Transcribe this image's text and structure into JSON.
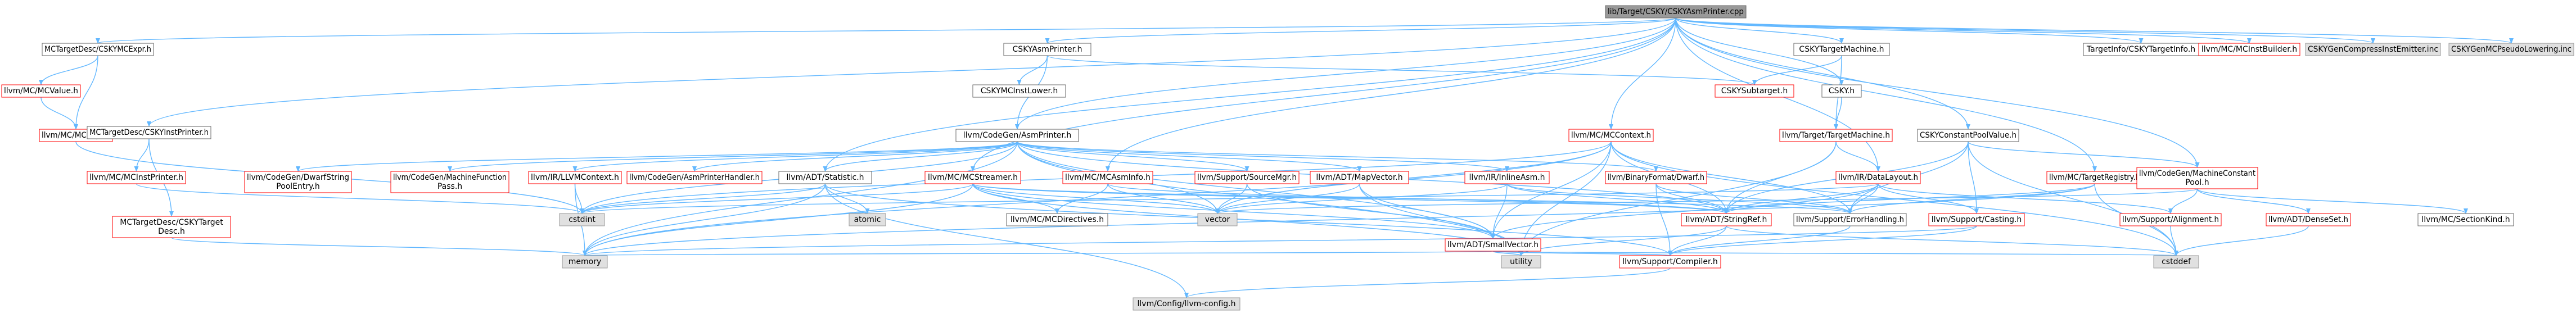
{
  "palette": {
    "edge": "#63b8ff",
    "node_fill": "#ffffff",
    "node_border_normal": "#666666",
    "node_border_red": "#ff0000",
    "root_fill": "#999999",
    "leaf_fill": "#e0e0e0",
    "text": "#000000"
  },
  "nodes": [
    {
      "id": "root",
      "label": "lib/Target/CSKY/CSKYAsmPrinter.cpp",
      "style": "root"
    },
    {
      "id": "mctdexpr",
      "label": "MCTargetDesc/CSKYMCExpr.h",
      "style": "normal"
    },
    {
      "id": "mcvalue",
      "label": "llvm/MC/MCValue.h",
      "style": "red"
    },
    {
      "id": "mcexpr",
      "label": "llvm/MC/MCExpr.h",
      "style": "red"
    },
    {
      "id": "instprinter",
      "label": "MCTargetDesc/CSKYInstPrinter.h",
      "style": "normal"
    },
    {
      "id": "mcinstprinter",
      "label": "llvm/MC/MCInstPrinter.h",
      "style": "red"
    },
    {
      "id": "targetdesc",
      "label": "MCTargetDesc/CSKYTarget\nDesc.h",
      "style": "red"
    },
    {
      "id": "asmprinterh",
      "label": "CSKYAsmPrinter.h",
      "style": "normal"
    },
    {
      "id": "instlower",
      "label": "CSKYMCInstLower.h",
      "style": "normal"
    },
    {
      "id": "cgasmprinter",
      "label": "llvm/CodeGen/AsmPrinter.h",
      "style": "normal"
    },
    {
      "id": "dwarfstr",
      "label": "llvm/CodeGen/DwarfString\nPoolEntry.h",
      "style": "red"
    },
    {
      "id": "mfpass",
      "label": "llvm/CodeGen/MachineFunction\nPass.h",
      "style": "red"
    },
    {
      "id": "llvmctx",
      "label": "llvm/IR/LLVMContext.h",
      "style": "red"
    },
    {
      "id": "asmhandler",
      "label": "llvm/CodeGen/AsmPrinterHandler.h",
      "style": "red"
    },
    {
      "id": "statistic",
      "label": "llvm/ADT/Statistic.h",
      "style": "normal"
    },
    {
      "id": "mcstreamer",
      "label": "llvm/MC/MCStreamer.h",
      "style": "red"
    },
    {
      "id": "mcasminfo",
      "label": "llvm/MC/MCAsmInfo.h",
      "style": "red"
    },
    {
      "id": "sourcemgr",
      "label": "llvm/Support/SourceMgr.h",
      "style": "red"
    },
    {
      "id": "mapvector",
      "label": "llvm/ADT/MapVector.h",
      "style": "red"
    },
    {
      "id": "inlineasm",
      "label": "llvm/IR/InlineAsm.h",
      "style": "red"
    },
    {
      "id": "bfdwarf",
      "label": "llvm/BinaryFormat/Dwarf.h",
      "style": "red"
    },
    {
      "id": "mccontext",
      "label": "llvm/MC/MCContext.h",
      "style": "red"
    },
    {
      "id": "cskytm",
      "label": "CSKYTargetMachine.h",
      "style": "normal"
    },
    {
      "id": "cskysubtarget",
      "label": "CSKYSubtarget.h",
      "style": "red"
    },
    {
      "id": "cskyh",
      "label": "CSKY.h",
      "style": "normal"
    },
    {
      "id": "targetmachine",
      "label": "llvm/Target/TargetMachine.h",
      "style": "red"
    },
    {
      "id": "datalayout",
      "label": "llvm/IR/DataLayout.h",
      "style": "red"
    },
    {
      "id": "cpvalue",
      "label": "CSKYConstantPoolValue.h",
      "style": "normal"
    },
    {
      "id": "mctreg",
      "label": "llvm/MC/TargetRegistry.h",
      "style": "red"
    },
    {
      "id": "mcpool",
      "label": "llvm/CodeGen/MachineConstant\nPool.h",
      "style": "red"
    },
    {
      "id": "tinfo",
      "label": "TargetInfo/CSKYTargetInfo.h",
      "style": "normal"
    },
    {
      "id": "mcinstbuilder",
      "label": "llvm/MC/MCInstBuilder.h",
      "style": "red"
    },
    {
      "id": "compress",
      "label": "CSKYGenCompressInstEmitter.inc",
      "style": "leaf"
    },
    {
      "id": "pseudo",
      "label": "CSKYGenMCPseudoLowering.inc",
      "style": "leaf"
    },
    {
      "id": "cstdint",
      "label": "cstdint",
      "style": "leaf"
    },
    {
      "id": "atomic",
      "label": "atomic",
      "style": "leaf"
    },
    {
      "id": "mcdirectives",
      "label": "llvm/MC/MCDirectives.h",
      "style": "normal"
    },
    {
      "id": "vector",
      "label": "vector",
      "style": "leaf"
    },
    {
      "id": "smallvector",
      "label": "llvm/ADT/SmallVector.h",
      "style": "red"
    },
    {
      "id": "stringref",
      "label": "llvm/ADT/StringRef.h",
      "style": "red"
    },
    {
      "id": "errhandling",
      "label": "llvm/Support/ErrorHandling.h",
      "style": "normal"
    },
    {
      "id": "casting",
      "label": "llvm/Support/Casting.h",
      "style": "red"
    },
    {
      "id": "alignment",
      "label": "llvm/Support/Alignment.h",
      "style": "red"
    },
    {
      "id": "densesetn",
      "label": "llvm/ADT/DenseSet.h",
      "style": "red"
    },
    {
      "id": "sectionkind",
      "label": "llvm/MC/SectionKind.h",
      "style": "normal"
    },
    {
      "id": "memory",
      "label": "memory",
      "style": "leaf"
    },
    {
      "id": "utility",
      "label": "utility",
      "style": "leaf"
    },
    {
      "id": "compiler",
      "label": "llvm/Support/Compiler.h",
      "style": "red"
    },
    {
      "id": "cstddef",
      "label": "cstddef",
      "style": "leaf"
    },
    {
      "id": "llvmconfig",
      "label": "llvm/Config/llvm-config.h",
      "style": "leaf"
    }
  ],
  "edges": [
    [
      "root",
      "mctdexpr"
    ],
    [
      "root",
      "instprinter"
    ],
    [
      "root",
      "asmprinterh"
    ],
    [
      "root",
      "statistic"
    ],
    [
      "root",
      "mcstreamer"
    ],
    [
      "root",
      "mcasminfo"
    ],
    [
      "root",
      "mccontext"
    ],
    [
      "root",
      "cskytm"
    ],
    [
      "root",
      "cpvalue"
    ],
    [
      "root",
      "mctreg"
    ],
    [
      "root",
      "mcpool"
    ],
    [
      "root",
      "tinfo"
    ],
    [
      "root",
      "mcinstbuilder"
    ],
    [
      "root",
      "compress"
    ],
    [
      "root",
      "pseudo"
    ],
    [
      "root",
      "cskyh"
    ],
    [
      "root",
      "datalayout"
    ],
    [
      "root",
      "cgasmprinter"
    ],
    [
      "mctdexpr",
      "mcvalue"
    ],
    [
      "mctdexpr",
      "mcexpr"
    ],
    [
      "mcvalue",
      "mcexpr"
    ],
    [
      "mcexpr",
      "cstdint"
    ],
    [
      "instprinter",
      "mcinstprinter"
    ],
    [
      "instprinter",
      "targetdesc"
    ],
    [
      "mcinstprinter",
      "cstdint"
    ],
    [
      "targetdesc",
      "memory"
    ],
    [
      "asmprinterh",
      "instlower"
    ],
    [
      "asmprinterh",
      "cgasmprinter"
    ],
    [
      "asmprinterh",
      "cskysubtarget"
    ],
    [
      "cgasmprinter",
      "dwarfstr"
    ],
    [
      "cgasmprinter",
      "mfpass"
    ],
    [
      "cgasmprinter",
      "llvmctx"
    ],
    [
      "cgasmprinter",
      "asmhandler"
    ],
    [
      "cgasmprinter",
      "statistic"
    ],
    [
      "cgasmprinter",
      "sourcemgr"
    ],
    [
      "cgasmprinter",
      "mapvector"
    ],
    [
      "cgasmprinter",
      "inlineasm"
    ],
    [
      "cgasmprinter",
      "bfdwarf"
    ],
    [
      "cgasmprinter",
      "smallvector"
    ],
    [
      "cgasmprinter",
      "stringref"
    ],
    [
      "cgasmprinter",
      "cstdint"
    ],
    [
      "cgasmprinter",
      "memory"
    ],
    [
      "cgasmprinter",
      "utility"
    ],
    [
      "cgasmprinter",
      "vector"
    ],
    [
      "llvmctx",
      "cstdint"
    ],
    [
      "llvmctx",
      "memory"
    ],
    [
      "statistic",
      "atomic"
    ],
    [
      "statistic",
      "memory"
    ],
    [
      "statistic",
      "llvmconfig"
    ],
    [
      "statistic",
      "compiler"
    ],
    [
      "statistic",
      "cstdint"
    ],
    [
      "mcstreamer",
      "mcdirectives"
    ],
    [
      "mcstreamer",
      "smallvector"
    ],
    [
      "mcstreamer",
      "stringref"
    ],
    [
      "mcstreamer",
      "errhandling"
    ],
    [
      "mcstreamer",
      "vector"
    ],
    [
      "mcstreamer",
      "memory"
    ],
    [
      "mcstreamer",
      "utility"
    ],
    [
      "mcstreamer",
      "cstdint"
    ],
    [
      "mcasminfo",
      "mcdirectives"
    ],
    [
      "mcasminfo",
      "vector"
    ],
    [
      "mcasminfo",
      "stringref"
    ],
    [
      "sourcemgr",
      "vector"
    ],
    [
      "sourcemgr",
      "smallvector"
    ],
    [
      "mapvector",
      "smallvector"
    ],
    [
      "mapvector",
      "vector"
    ],
    [
      "mapvector",
      "utility"
    ],
    [
      "inlineasm",
      "smallvector"
    ],
    [
      "inlineasm",
      "stringref"
    ],
    [
      "inlineasm",
      "errhandling"
    ],
    [
      "inlineasm",
      "vector"
    ],
    [
      "bfdwarf",
      "stringref"
    ],
    [
      "bfdwarf",
      "errhandling"
    ],
    [
      "bfdwarf",
      "compiler"
    ],
    [
      "mccontext",
      "smallvector"
    ],
    [
      "mccontext",
      "stringref"
    ],
    [
      "mccontext",
      "errhandling"
    ],
    [
      "mccontext",
      "vector"
    ],
    [
      "mccontext",
      "memory"
    ],
    [
      "mccontext",
      "utility"
    ],
    [
      "mccontext",
      "cstddef"
    ],
    [
      "mccontext",
      "cstdint"
    ],
    [
      "cskytm",
      "cskysubtarget"
    ],
    [
      "cskytm",
      "targetmachine"
    ],
    [
      "cskyh",
      "targetmachine"
    ],
    [
      "targetmachine",
      "datalayout"
    ],
    [
      "targetmachine",
      "stringref"
    ],
    [
      "targetmachine",
      "utility"
    ],
    [
      "datalayout",
      "smallvector"
    ],
    [
      "datalayout",
      "stringref"
    ],
    [
      "datalayout",
      "errhandling"
    ],
    [
      "datalayout",
      "casting"
    ],
    [
      "datalayout",
      "alignment"
    ],
    [
      "datalayout",
      "cstdint"
    ],
    [
      "cpvalue",
      "mcpool"
    ],
    [
      "cpvalue",
      "casting"
    ],
    [
      "cpvalue",
      "errhandling"
    ],
    [
      "cpvalue",
      "cstddef"
    ],
    [
      "cpvalue",
      "stringref"
    ],
    [
      "mctreg",
      "stringref"
    ],
    [
      "mctreg",
      "errhandling"
    ],
    [
      "mctreg",
      "cstddef"
    ],
    [
      "mctreg",
      "memory"
    ],
    [
      "mcpool",
      "densesetn"
    ],
    [
      "mcpool",
      "alignment"
    ],
    [
      "mcpool",
      "sectionkind"
    ],
    [
      "mcpool",
      "vector"
    ],
    [
      "smallvector",
      "compiler"
    ],
    [
      "smallvector",
      "memory"
    ],
    [
      "smallvector",
      "utility"
    ],
    [
      "smallvector",
      "cstddef"
    ],
    [
      "stringref",
      "compiler"
    ],
    [
      "stringref",
      "utility"
    ],
    [
      "stringref",
      "cstddef"
    ],
    [
      "errhandling",
      "compiler"
    ],
    [
      "casting",
      "compiler"
    ],
    [
      "casting",
      "memory"
    ],
    [
      "alignment",
      "cstddef"
    ],
    [
      "densesetn",
      "cstddef"
    ],
    [
      "compiler",
      "llvmconfig"
    ]
  ]
}
